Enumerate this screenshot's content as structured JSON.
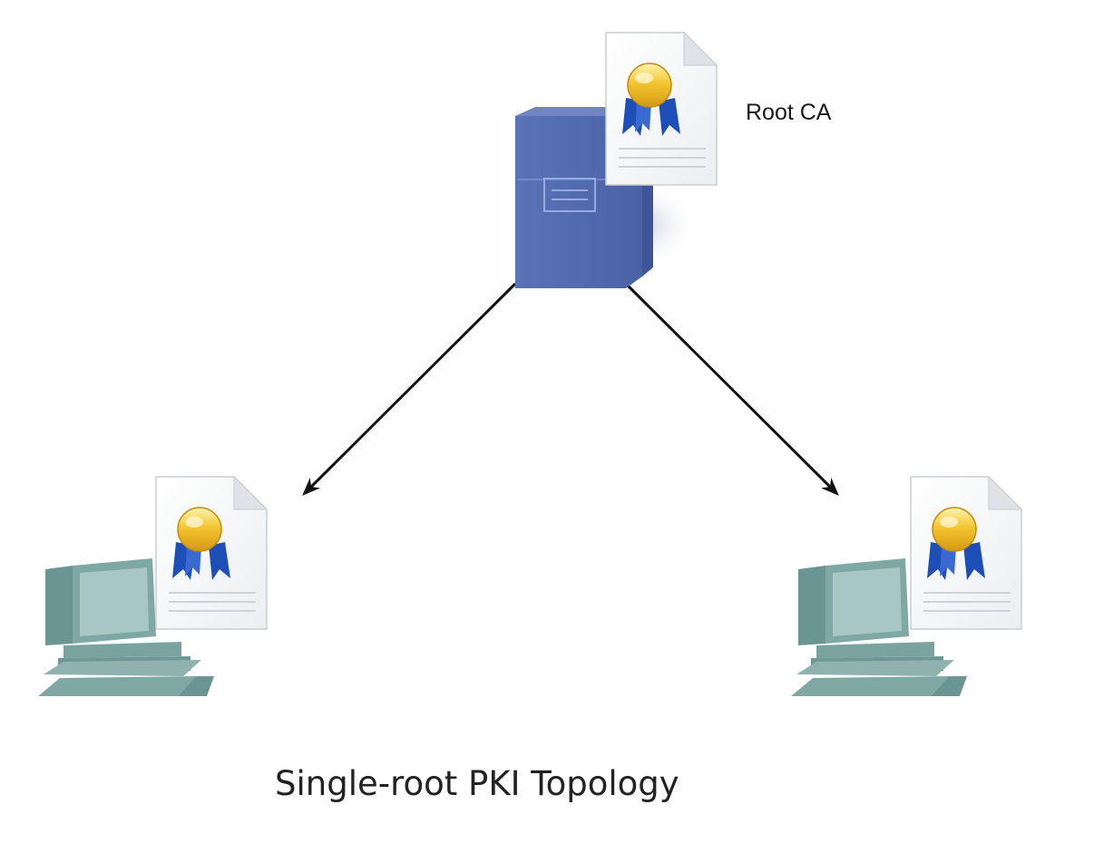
{
  "diagram": {
    "root_label": "Root CA",
    "caption": "Single-root PKI Topology"
  },
  "icons": {
    "root_server": "server-icon",
    "certificate": "certificate-icon",
    "client": "computer-icon",
    "edge": "arrow"
  },
  "colors": {
    "server_front": "#5169AE",
    "computer": "#7FA7A4",
    "medal_gold": "#F4C531",
    "ribbon_blue": "#1E4FB8",
    "arrow": "#111111"
  }
}
